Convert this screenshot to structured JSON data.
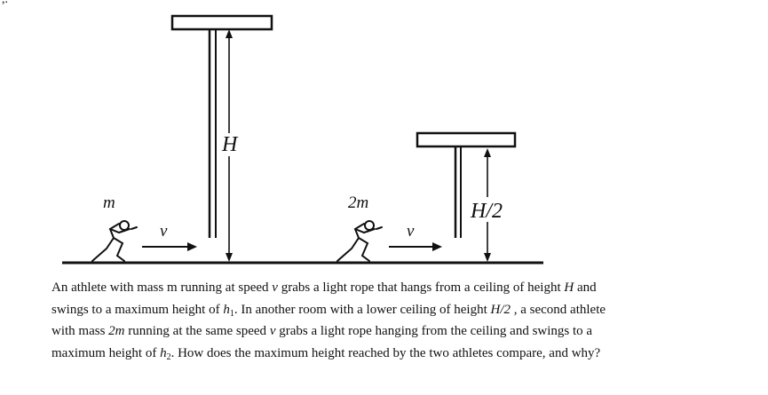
{
  "figure": {
    "label_H": "H",
    "label_H2": "H/2",
    "label_m": "m",
    "label_2m": "2m",
    "label_v1": "v",
    "label_v2": "v"
  },
  "question": {
    "t1": "An athlete with mass m running at speed ",
    "v1": "v",
    "t2": " grabs a light rope that hangs from a ceiling of height ",
    "H1": "H",
    "t3": " and",
    "t4": "swings to a maximum height of ",
    "h1": "h",
    "h1_sub": "1",
    "t5": ". In another room with a lower ceiling of height ",
    "H2": "H/2",
    "t6": " , a second athlete",
    "t7": "with mass ",
    "m2": "2m",
    "t8": " running at the same speed ",
    "v2": "v",
    "t9": " grabs a light rope hanging from the ceiling and swings to a",
    "t10": "maximum height of ",
    "h2": "h",
    "h2_sub": "2",
    "t11": ". How does the maximum height reached by the two athletes compare, and why?"
  }
}
